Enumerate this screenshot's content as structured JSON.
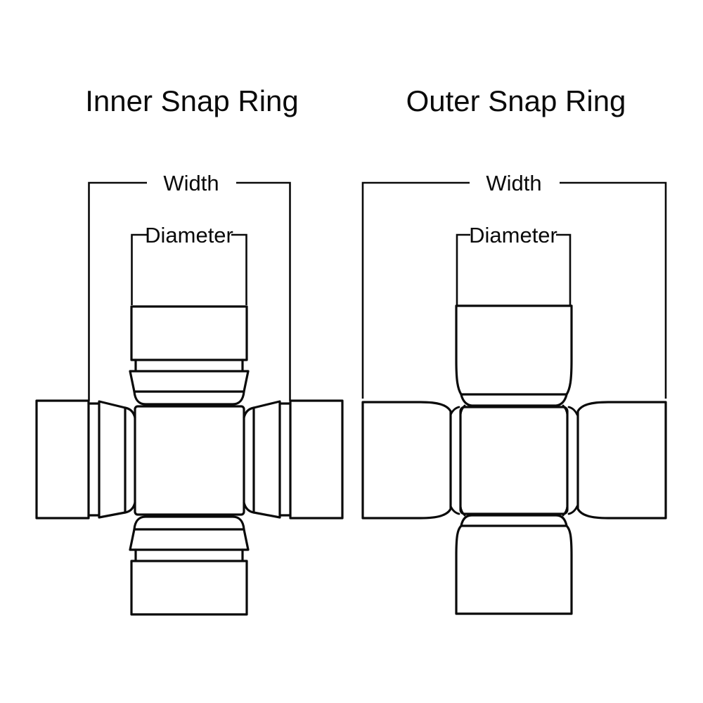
{
  "page": {
    "background_color": "#ffffff"
  },
  "style": {
    "line_color": "#0a0a0a",
    "text_color": "#0a0a0a",
    "part_fill_color": "#ffffff"
  },
  "figures": {
    "inner": {
      "title": "Inner Snap Ring",
      "width_label": "Width",
      "diameter_label": "Diameter"
    },
    "outer": {
      "title": "Outer Snap Ring",
      "width_label": "Width",
      "diameter_label": "Diameter"
    }
  }
}
